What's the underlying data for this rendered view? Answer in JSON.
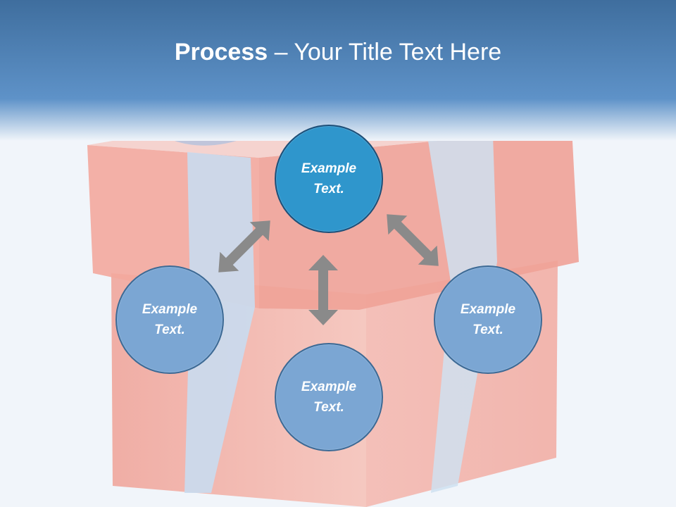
{
  "slide": {
    "title_bold": "Process",
    "title_rest": " – Your Title Text Here"
  },
  "nodes": [
    {
      "label": "Example\nText.",
      "state": "active"
    },
    {
      "label": "Example\nText.",
      "state": "normal"
    },
    {
      "label": "Example\nText.",
      "state": "normal"
    },
    {
      "label": "Example\nText.",
      "state": "normal"
    }
  ],
  "colors": {
    "header": "#4f86bc",
    "node_active": "#2f96cc",
    "node": "#7ba6d3",
    "arrow": "#8a8a8a",
    "gift_box": "#f2a7a0",
    "ribbon": "#c7dbef"
  }
}
